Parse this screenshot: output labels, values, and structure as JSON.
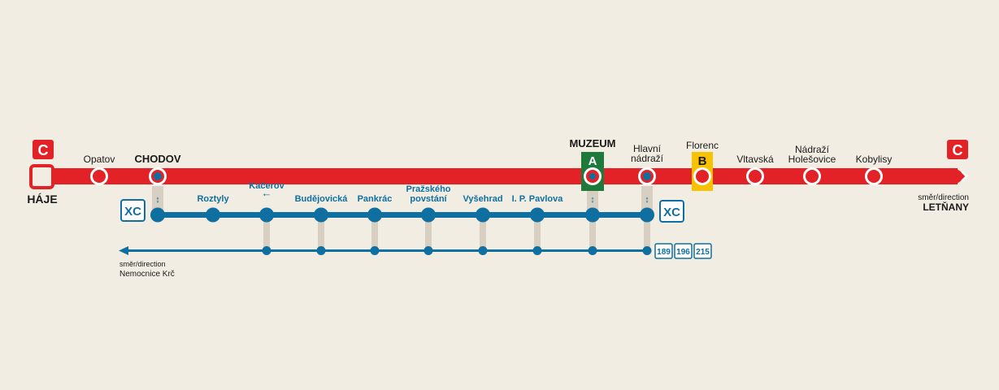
{
  "line_badge": "C",
  "terminus_start": "HÁJE",
  "terminus_end_caption": "směr/direction",
  "terminus_end": "LETŇANY",
  "red_stations": [
    {
      "name": "Opatov"
    },
    {
      "name": "CHODOV",
      "bold": true
    },
    {
      "name": "MUZEUM",
      "bold": true,
      "transfer": "A"
    },
    {
      "name": "Hlavní\nnádraží"
    },
    {
      "name": "Florenc",
      "transfer": "B"
    },
    {
      "name": "Vltavská"
    },
    {
      "name": "Nádraží\nHolešovice"
    },
    {
      "name": "Kobylisy"
    }
  ],
  "xc_label": "XC",
  "blue_stations": [
    {
      "name": "Roztyly"
    },
    {
      "name": "Kačerov",
      "arrow": "←"
    },
    {
      "name": "Budějovická"
    },
    {
      "name": "Pankrác"
    },
    {
      "name": "Pražského\npovstání"
    },
    {
      "name": "Vyšehrad"
    },
    {
      "name": "I. P. Pavlova"
    }
  ],
  "bus_direction_caption": "směr/direction",
  "bus_direction": "Nemocnice Krč",
  "bus_routes": [
    "189",
    "196",
    "215"
  ],
  "colors": {
    "background": "#f2ede2",
    "line_c": "#e32228",
    "xc": "#0f6fa0",
    "line_a": "#1d7a3a",
    "line_b": "#f7c200",
    "connector": "#d6cfc2"
  }
}
